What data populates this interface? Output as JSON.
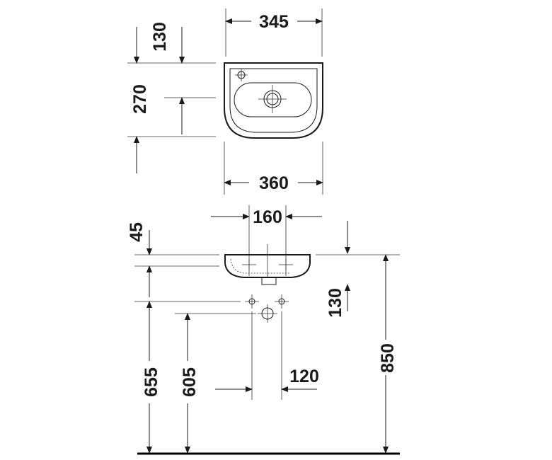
{
  "dimensions": {
    "top_width": "345",
    "top_offset": "130",
    "depth": "270",
    "bottom_width": "360",
    "tap_spacing": "160",
    "rim_height": "45",
    "waste_offset": "130",
    "total_height": "850",
    "supply_height": "655",
    "waste_height": "605",
    "waste_spacing": "120"
  }
}
